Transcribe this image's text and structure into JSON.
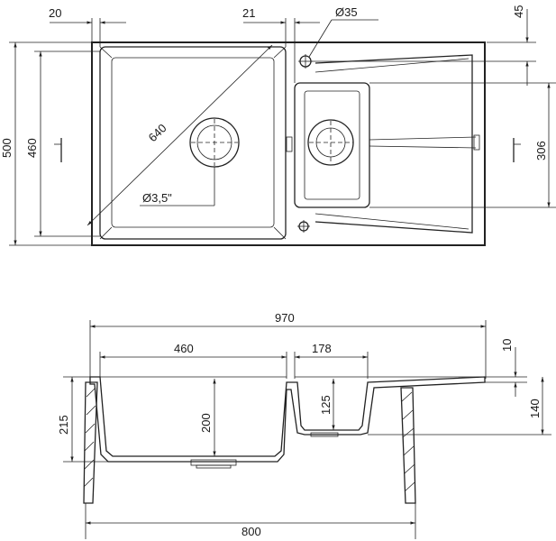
{
  "top_view": {
    "dim_20": "20",
    "dim_21": "21",
    "dim_35": "Ø35",
    "dim_45": "45",
    "dim_500": "500",
    "dim_460": "460",
    "dim_640": "640",
    "dim_306": "306",
    "dim_drain": "Ø3,5\""
  },
  "section_view": {
    "dim_970": "970",
    "dim_460": "460",
    "dim_178": "178",
    "dim_10": "10",
    "dim_215": "215",
    "dim_200": "200",
    "dim_125": "125",
    "dim_140": "140",
    "dim_800": "800"
  }
}
